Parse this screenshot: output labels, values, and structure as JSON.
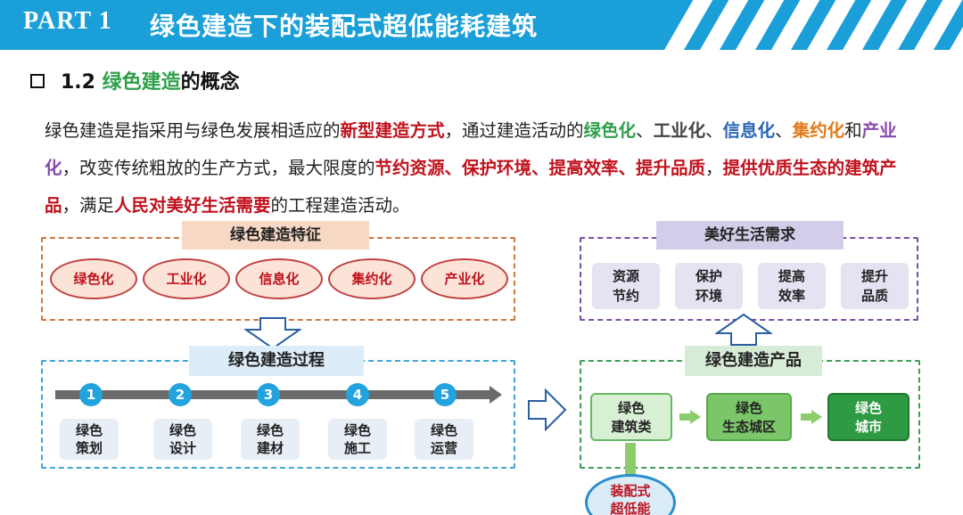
{
  "header": {
    "part": "PART 1",
    "title": "绿色建造下的装配式超低能耗建筑"
  },
  "section": {
    "number": "1.2",
    "highlight": "绿色建造",
    "rest": "的概念"
  },
  "paragraph": {
    "s1": "绿色建造是指采用与绿色发展相适应的",
    "s2": "新型建造方式",
    "s3": "，通过建造活动的",
    "s4": "绿色化",
    "s5": "、",
    "s6": "工业化",
    "s7": "、",
    "s8": "信息化",
    "s9": "、",
    "s10": "集约化",
    "s11": "和",
    "s12": "产业化",
    "s13": "，改变传统粗放的生产方式，最大限度的",
    "s14": "节约资源、保护环境、提高效率、提升品质",
    "s15": "，",
    "s16": "提供",
    "s17": "优质生态的建筑产品",
    "s18": "，满足",
    "s19": "人民对美好生活需要",
    "s20": "的工程建造活动。"
  },
  "features": {
    "label": "绿色建造特征",
    "items": [
      "绿色化",
      "工业化",
      "信息化",
      "集约化",
      "产业化"
    ]
  },
  "needs": {
    "label": "美好生活需求",
    "items": [
      {
        "l1": "资源",
        "l2": "节约"
      },
      {
        "l1": "保护",
        "l2": "环境"
      },
      {
        "l1": "提高",
        "l2": "效率"
      },
      {
        "l1": "提升",
        "l2": "品质"
      }
    ]
  },
  "process": {
    "label": "绿色建造过程",
    "numbers": [
      "1",
      "2",
      "3",
      "4",
      "5"
    ],
    "steps": [
      {
        "l1": "绿色",
        "l2": "策划"
      },
      {
        "l1": "绿色",
        "l2": "设计"
      },
      {
        "l1": "绿色",
        "l2": "建材"
      },
      {
        "l1": "绿色",
        "l2": "施工"
      },
      {
        "l1": "绿色",
        "l2": "运营"
      }
    ]
  },
  "products": {
    "label": "绿色建造产品",
    "items": [
      {
        "l1": "绿色",
        "l2": "建筑类"
      },
      {
        "l1": "绿色",
        "l2": "生态城区"
      },
      {
        "l1": "绿色",
        "l2": "城市"
      }
    ]
  },
  "bottom": {
    "l1": "装配式",
    "l2": "超低能"
  },
  "colors": {
    "banner": "#1a9fd9",
    "accent_red": "#c0121d",
    "accent_green": "#2fa04a",
    "accent_blue": "#2a66b8",
    "accent_orange": "#e07b1a",
    "accent_purple": "#8a4bb0"
  }
}
